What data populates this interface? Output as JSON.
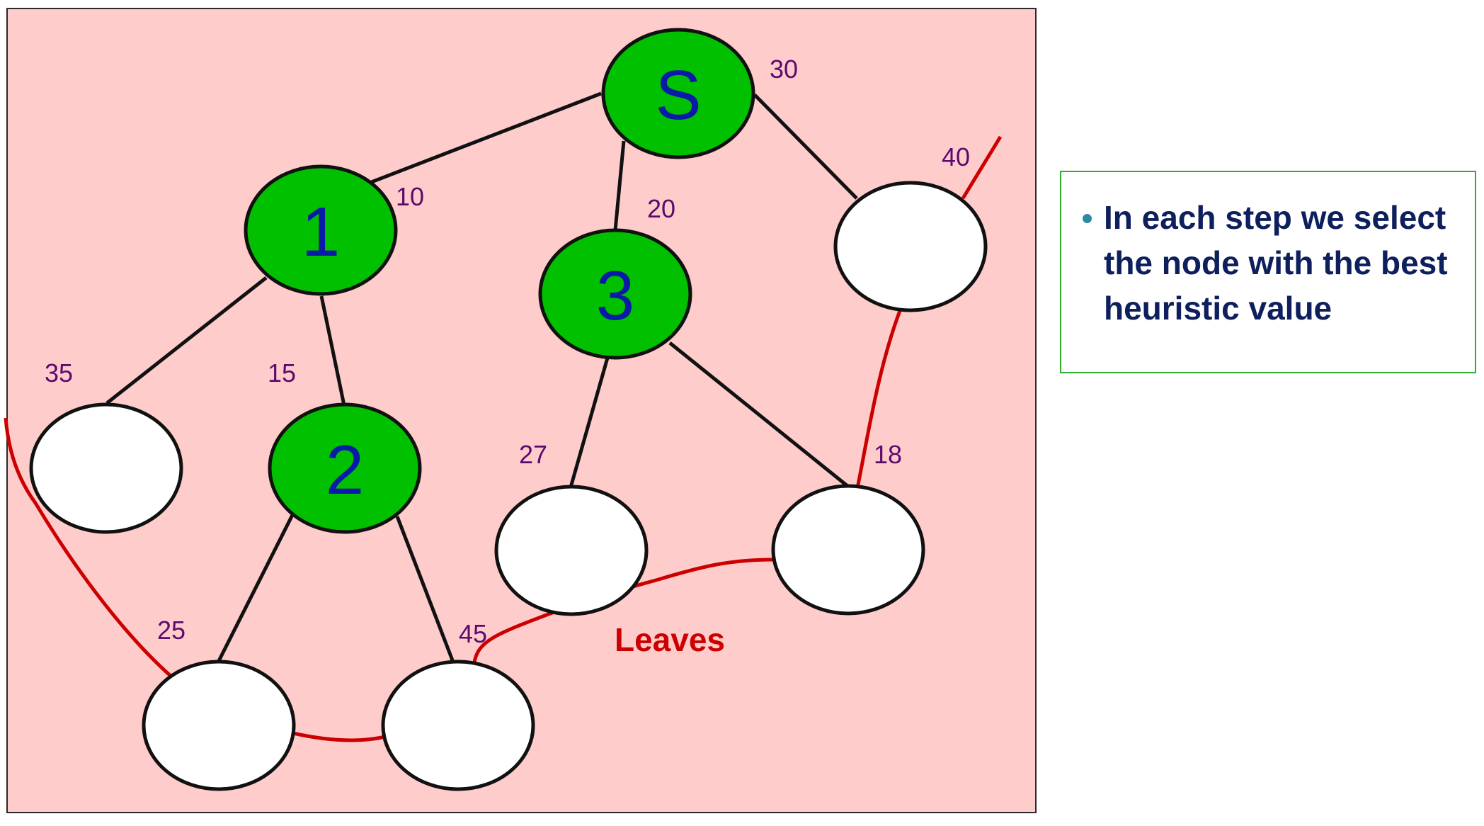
{
  "colors": {
    "panel_bg": "#ffcccc",
    "expanded_node": "#00c000",
    "unexpanded_node": "#ffffff",
    "node_label": "#0a1aa8",
    "value_label": "#5b0a6e",
    "frontier_line": "#cc0000",
    "note_text": "#0d1f5c",
    "note_border": "#33aa33"
  },
  "graph": {
    "nodes": {
      "S": {
        "label": "S",
        "value": "30",
        "expanded": true
      },
      "n1": {
        "label": "1",
        "value": "10",
        "expanded": true
      },
      "n3": {
        "label": "3",
        "value": "20",
        "expanded": true
      },
      "n40": {
        "label": "",
        "value": "40",
        "expanded": false
      },
      "n35": {
        "label": "",
        "value": "35",
        "expanded": false
      },
      "n2": {
        "label": "2",
        "value": "15",
        "expanded": true
      },
      "n27": {
        "label": "",
        "value": "27",
        "expanded": false
      },
      "n18": {
        "label": "",
        "value": "18",
        "expanded": false
      },
      "n25": {
        "label": "",
        "value": "25",
        "expanded": false
      },
      "n45": {
        "label": "",
        "value": "45",
        "expanded": false
      }
    },
    "edges": [
      [
        "S",
        "n1"
      ],
      [
        "S",
        "n3"
      ],
      [
        "S",
        "n40"
      ],
      [
        "n1",
        "n35"
      ],
      [
        "n1",
        "n2"
      ],
      [
        "n3",
        "n27"
      ],
      [
        "n3",
        "n18"
      ],
      [
        "n2",
        "n25"
      ],
      [
        "n2",
        "n45"
      ]
    ],
    "frontier_label": "Leaves"
  },
  "note": {
    "bullet_text": "In each step we select the node with the best heuristic value"
  }
}
